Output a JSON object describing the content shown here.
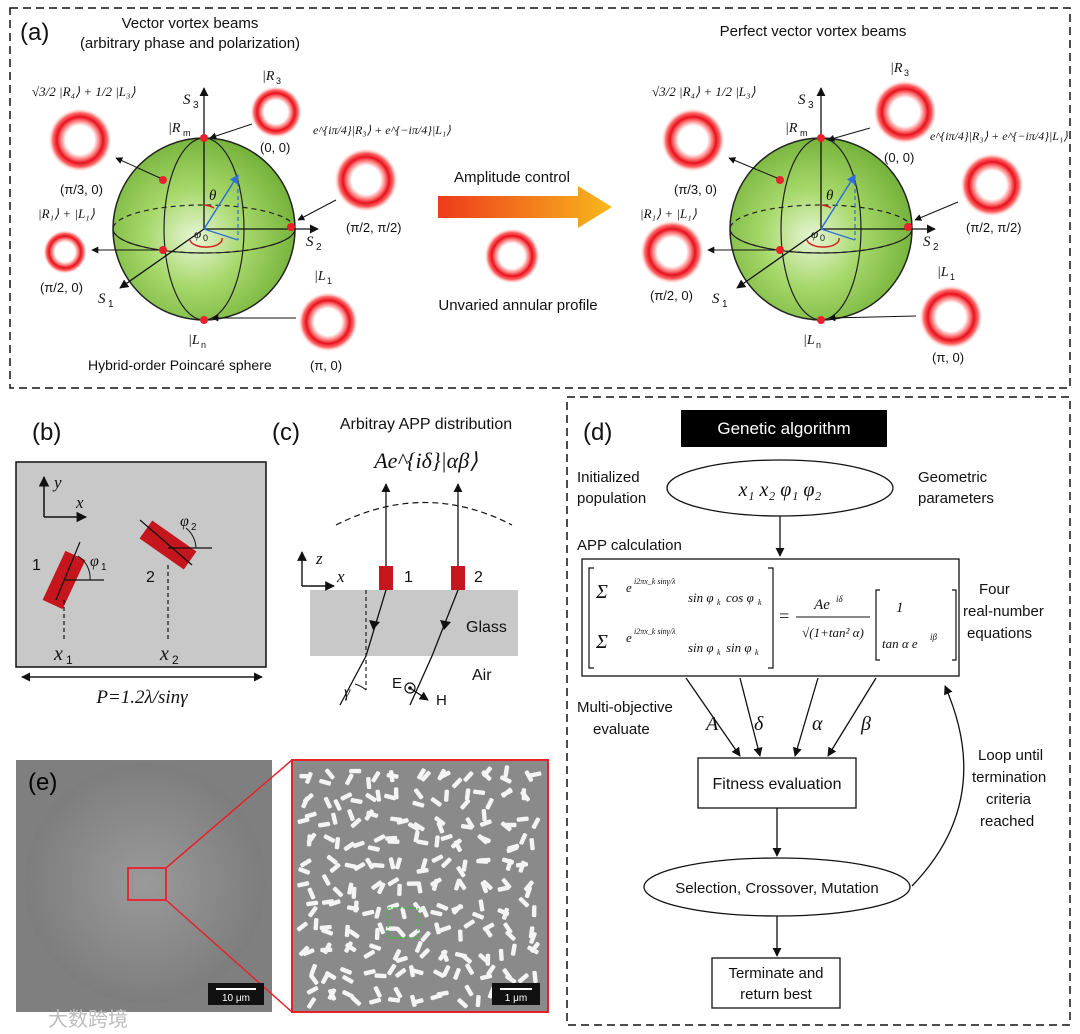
{
  "panel_a": {
    "label": "(a)",
    "left_title_1": "Vector vortex beams",
    "left_title_2": "(arbitrary phase and polarization)",
    "right_title": "Perfect vector vortex beams",
    "sphere_caption": "Hybrid-order Poincaré sphere",
    "arrow_label": "Amplitude control",
    "annular_label": "Unvaried annular profile",
    "axes": {
      "s1": "S",
      "s1_sub": "1",
      "s2": "S",
      "s2_sub": "2",
      "s3": "S",
      "s3_sub": "3"
    },
    "angles": {
      "theta": "θ",
      "phi": "φ",
      "phi_sub": "0"
    },
    "states": {
      "rm": "|R",
      "rm_sub": "m",
      "ln": "|L",
      "ln_sub": "n",
      "r3": "|R",
      "r3_sub": "3",
      "l1": "|L",
      "l1_sub": "1",
      "r1l1": "|R₁⟩ + |L₁⟩",
      "sqrt_combo": "√3/2 |R₄⟩ + 1/2 |L₃⟩",
      "phase_combo": "e^{iπ/4}|R₃⟩ + e^{−iπ/4}|L₁⟩"
    },
    "coords": [
      "(π/3, 0)",
      "(0, 0)",
      "(π/2, π/2)",
      "(π/2, 0)",
      "(π, 0)"
    ]
  },
  "panel_b": {
    "label": "(b)",
    "y": "y",
    "x": "x",
    "n1": "1",
    "n2": "2",
    "phi": "φ",
    "phi1_sub": "1",
    "phi2_sub": "2",
    "x1": "x",
    "x1_sub": "1",
    "x2": "x",
    "x2_sub": "2",
    "period": "P=1.2λ/sinγ"
  },
  "panel_c": {
    "label": "(c)",
    "title": "Arbitray APP distribution",
    "formula": "Ae^{iδ}|αβ⟩",
    "z": "z",
    "x": "x",
    "n1": "1",
    "n2": "2",
    "glass": "Glass",
    "air": "Air",
    "gamma": "γ",
    "e": "E",
    "h": "H"
  },
  "panel_d": {
    "label": "(d)",
    "header": "Genetic algorithm",
    "initialized_1": "Initialized",
    "initialized_2": "population",
    "geometric_1": "Geometric",
    "geometric_2": "parameters",
    "params": "x₁  x₂  φ₁  φ₂",
    "app_calc": "APP calculation",
    "four_1": "Four",
    "four_2": "real-number",
    "four_3": "equations",
    "multi_1": "Multi-objective",
    "multi_2": "evaluate",
    "vars": [
      "A",
      "δ",
      "α",
      "β"
    ],
    "fitness": "Fitness evaluation",
    "loop_1": "Loop until",
    "loop_2": "termination",
    "loop_3": "criteria",
    "loop_4": "reached",
    "selection": "Selection, Crossover, Mutation",
    "terminate_1": "Terminate and",
    "terminate_2": "return best"
  },
  "panel_e": {
    "label": "(e)",
    "scale_left": "10 μm",
    "scale_right": "1 μm"
  },
  "watermark": "大数跨境",
  "colors": {
    "sphere": "#8fce4a",
    "beam_red": "#e8212a",
    "arrow_orange": "#f39a1e",
    "atom_red": "#c4161c",
    "glass": "#c8c8c8",
    "panel_b_bg": "#c8c8c8",
    "header_black": "#000000"
  }
}
